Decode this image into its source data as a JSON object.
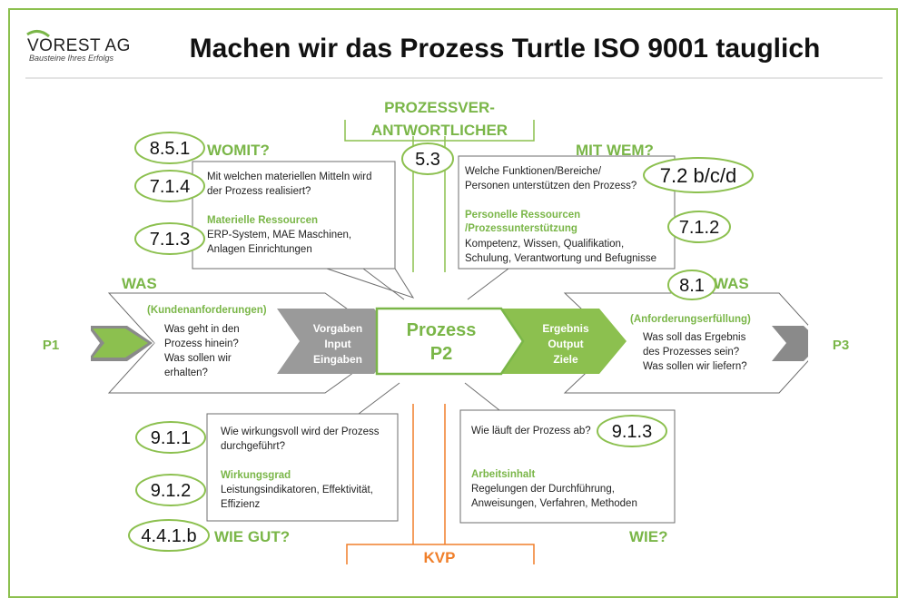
{
  "title": "Machen wir das Prozess Turtle ISO 9001 tauglich",
  "logo": {
    "name": "VOREST AG",
    "tagline": "Bausteine Ihres Erfolgs"
  },
  "colors": {
    "green": "#7ab648",
    "orange": "#f07f2a",
    "gray": "#9a9a9a",
    "dark_gray": "#7d7d7d"
  },
  "owner": {
    "line1": "PROZESSVER-",
    "line2": "ANTWORTLICHER",
    "badge": "5.3"
  },
  "womit": {
    "heading": "WOMIT?",
    "badges": [
      "8.5.1",
      "7.1.4",
      "7.1.3"
    ],
    "question_1": "Mit welchen materiellen Mitteln wird",
    "question_2": "der Prozess realisiert?",
    "subheading": "Materielle Ressourcen",
    "detail_1": "ERP-System, MAE Maschinen,",
    "detail_2": "Anlagen Einrichtungen"
  },
  "mitwem": {
    "heading": "MIT WEM?",
    "badges": [
      "7.2 b/c/d",
      "7.1.2"
    ],
    "question_1": "Welche Funktionen/Bereiche/",
    "question_2": "Personen unterstützen den Prozess?",
    "subheading_1": "Personelle Ressourcen",
    "subheading_2": "/Prozessunterstützung",
    "detail_1": "Kompetenz, Wissen, Qualifikation,",
    "detail_2": "Schulung, Verantwortung und Befugnisse"
  },
  "input": {
    "heading": "WAS",
    "subheading": "(Kundenanforderungen)",
    "q1": "Was geht in den",
    "q2": "Prozess hinein?",
    "q3": "Was sollen wir",
    "q4": "erhalten?",
    "box_1": "Vorgaben",
    "box_2": "Input",
    "box_3": "Eingaben"
  },
  "process": {
    "line1": "Prozess",
    "line2": "P2"
  },
  "output": {
    "heading": "WAS",
    "badge": "8.1",
    "subheading": "(Anforderungserfüllung)",
    "q1": "Was soll das Ergebnis",
    "q2": "des Prozesses sein?",
    "q3": "Was sollen wir liefern?",
    "box_1": "Ergebnis",
    "box_2": "Output",
    "box_3": "Ziele"
  },
  "p1": "P1",
  "p3": "P3",
  "wiegut": {
    "heading": "WIE GUT?",
    "badges": [
      "9.1.1",
      "9.1.2",
      "4.4.1.b"
    ],
    "question_1": "Wie wirkungsvoll wird der Prozess",
    "question_2": "durchgeführt?",
    "subheading": "Wirkungsgrad",
    "detail_1": "Leistungsindikatoren, Effektivität,",
    "detail_2": "Effizienz"
  },
  "wie": {
    "heading": "WIE?",
    "badge": "9.1.3",
    "question": "Wie läuft der Prozess ab?",
    "subheading": "Arbeitsinhalt",
    "detail_1": "Regelungen der Durchführung,",
    "detail_2": "Anweisungen, Verfahren, Methoden"
  },
  "kvp": "KVP"
}
